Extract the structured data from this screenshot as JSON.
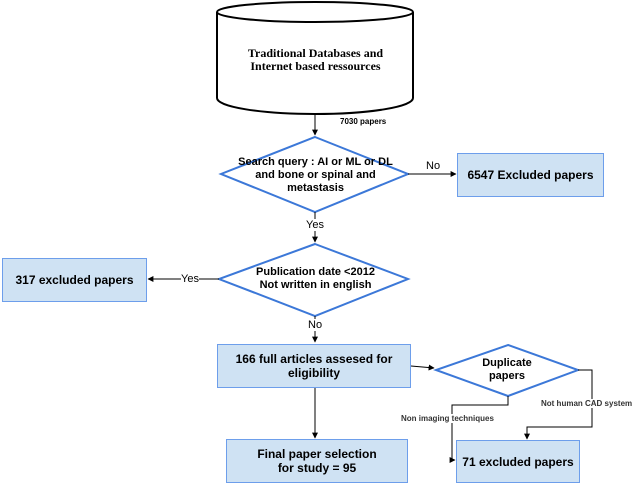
{
  "nodes": {
    "source": "Traditional Databases and Internet based ressources",
    "query": "Search query : AI or ML or DL and bone or spinal and metastasis",
    "excluded_6547": "6547 Excluded papers",
    "date": "Publication date <2012 Not written in english",
    "excluded_317": "317 excluded papers",
    "full_articles": "166 full articles assesed for eligibility",
    "duplicate": "Duplicate papers",
    "final": "Final paper selection for study = 95",
    "excluded_71": "71 excluded papers"
  },
  "edge_labels": {
    "papers_count": "7030 papers",
    "query_no": "No",
    "query_yes": "Yes",
    "date_yes": "Yes",
    "date_no": "No",
    "non_imaging": "Non imaging techniques",
    "not_cad": "Not human CAD system"
  },
  "colors": {
    "box_fill": "#cfe2f3",
    "box_border": "#6d9eeb",
    "diamond_border": "#3c78d8",
    "line": "#000000"
  }
}
